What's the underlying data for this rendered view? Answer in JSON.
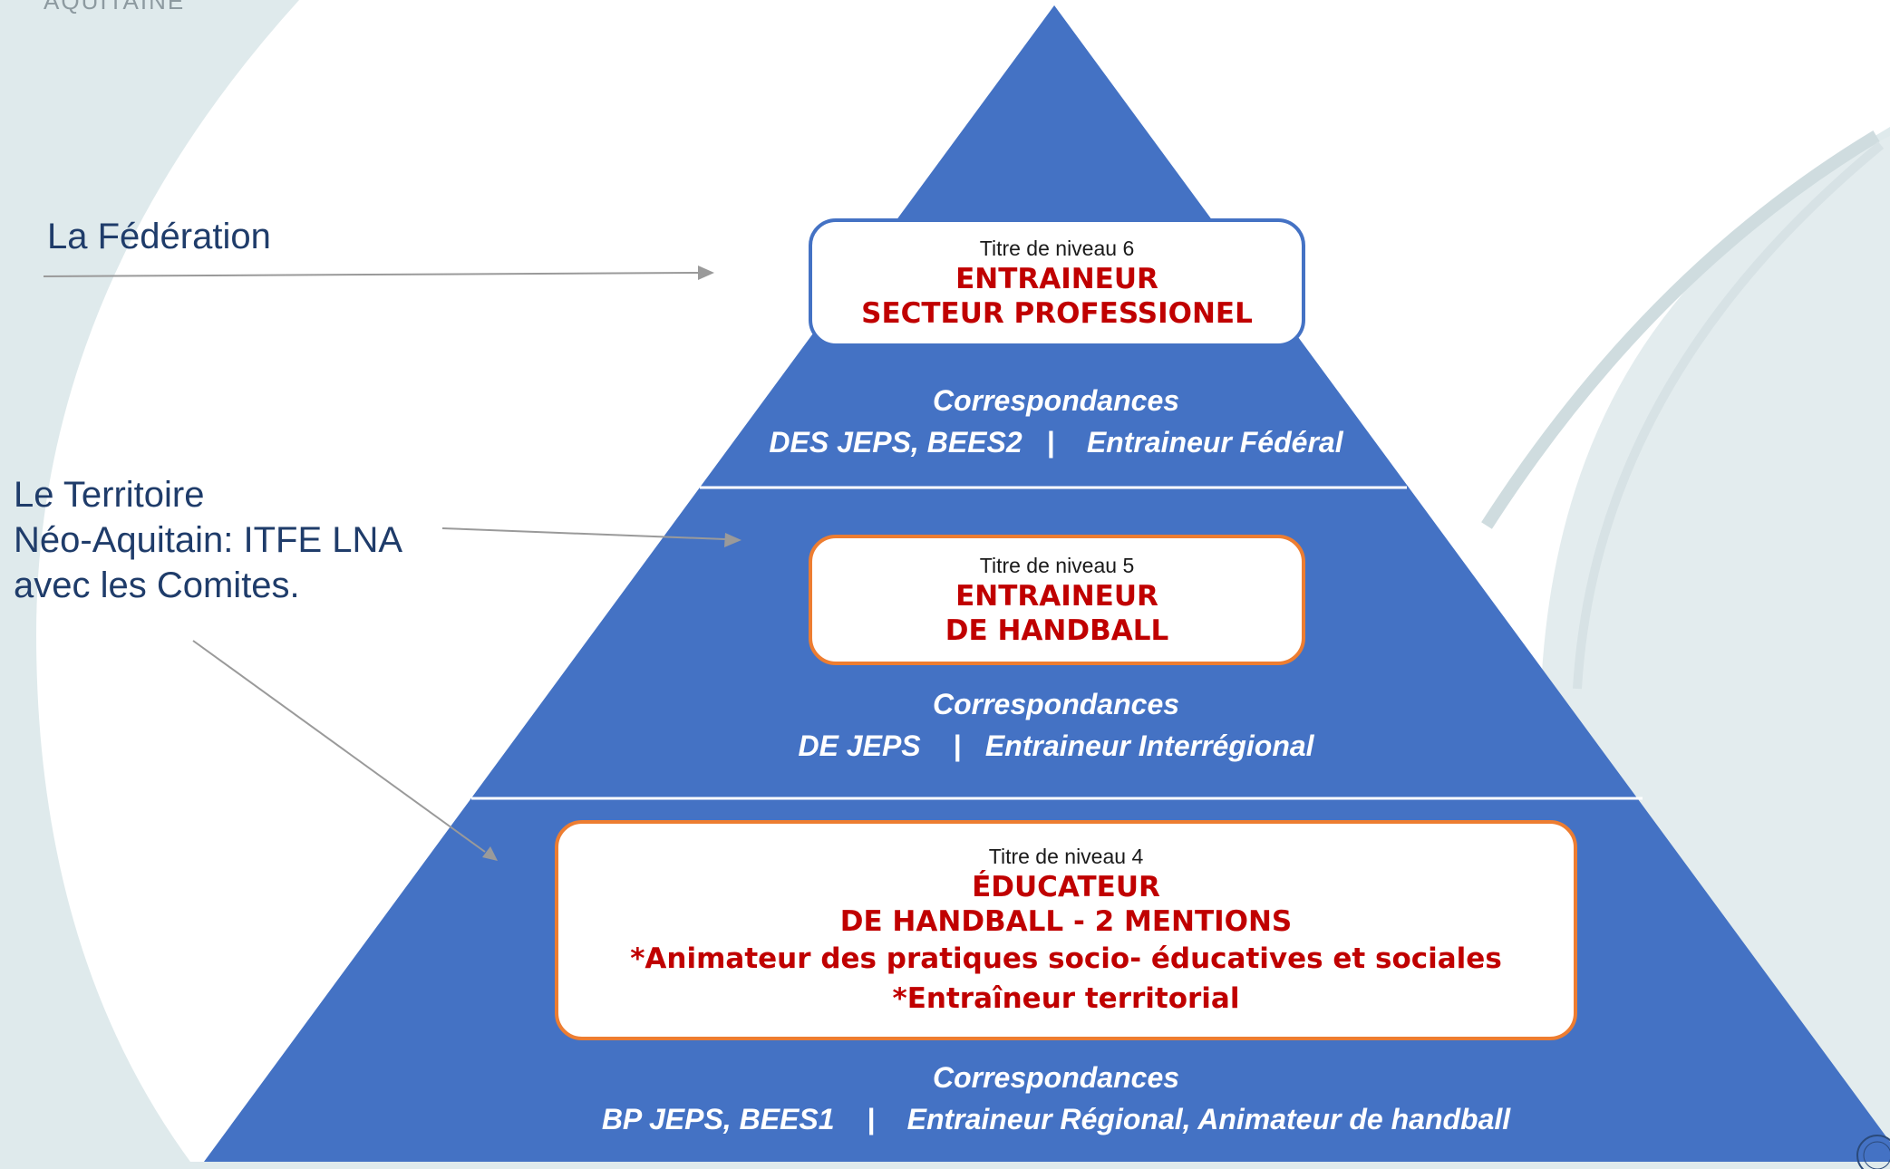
{
  "brand": {
    "corner_text": "AQUITAINE"
  },
  "labels": {
    "federation": "La Fédération",
    "territoire": [
      "Le Territoire",
      "Néo-Aquitain: ITFE LNA",
      "avec les Comites."
    ]
  },
  "levels": [
    {
      "title_small": "Titre de niveau 6",
      "title_lines": [
        "ENTRAINEUR",
        "SECTEUR PROFESSIONEL"
      ],
      "correspondances_label": "Correspondances",
      "correspondances": "DES JEPS, BEES2   |    Entraineur Fédéral"
    },
    {
      "title_small": "Titre de niveau 5",
      "title_lines": [
        "ENTRAINEUR",
        "DE HANDBALL"
      ],
      "correspondances_label": "Correspondances",
      "correspondances": "DE JEPS    |   Entraineur Interrégional"
    },
    {
      "title_small": "Titre de niveau 4",
      "title_lines": [
        "ÉDUCATEUR",
        "DE HANDBALL  - 2 MENTIONS"
      ],
      "mentions": [
        "*Animateur des pratiques socio- éducatives et sociales",
        "*Entraîneur territorial"
      ],
      "correspondances_label": "Correspondances",
      "correspondances": "BP JEPS, BEES1    |    Entraineur Régional, Animateur de handball"
    }
  ],
  "colors": {
    "pyramid": "#4472c4",
    "title_red": "#c00000",
    "label_navy": "#1f3c6a",
    "box_border_blue": "#4472c4",
    "box_border_orange": "#ed7d31"
  }
}
